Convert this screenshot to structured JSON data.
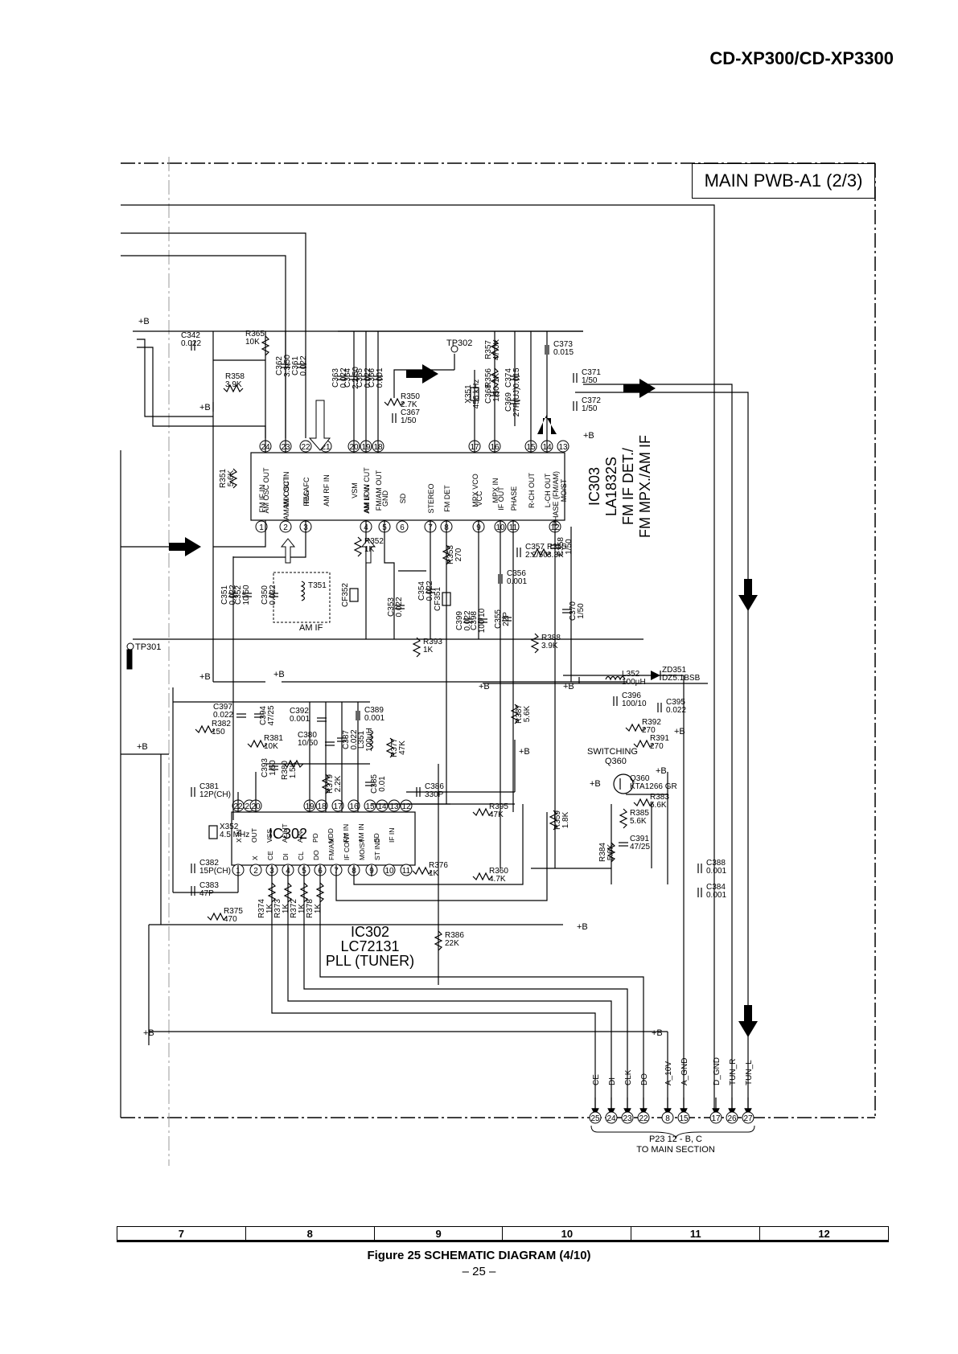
{
  "header": {
    "model": "CD-XP300/CD-XP3300"
  },
  "board": {
    "title": "MAIN PWB-A1 (2/3)"
  },
  "ic303": {
    "ref": "IC303",
    "part": "LA1832S",
    "func1": "FM IF DET./",
    "func2": "FM MPX./AM IF",
    "top_pins": [
      "24",
      "23",
      "22",
      "21",
      "20",
      "19",
      "18",
      "17",
      "16",
      "15",
      "14",
      "13"
    ],
    "top_labels": [
      "AM OSC OUT",
      "AM OSC IN",
      "FM AFC",
      "AM RF IN",
      "VSM",
      "AM LOW CUT",
      "FM/AM OUT",
      "MPX VCO",
      "MPX IN",
      "R-CH OUT",
      "L-CH OUT",
      "MO/ST"
    ],
    "bottom_pins": [
      "1",
      "2",
      "3",
      "4",
      "5",
      "6",
      "7",
      "8",
      "9",
      "10",
      "11",
      "12"
    ],
    "bottom_labels": [
      "FM IF IN",
      "AM MIX OUT",
      "REG",
      "AM IF IN",
      "GND",
      "SD",
      "STEREO",
      "FM DET",
      "VCC",
      "IF OUT",
      "PHASE",
      "PHASE (FM/AM)"
    ]
  },
  "ic302": {
    "ref": "IC302",
    "part": "LC72131",
    "func": "PLL (TUNER)",
    "top_pins": [
      "22",
      "21",
      "20",
      "19",
      "18",
      "17",
      "16",
      "15",
      "14",
      "13",
      "12"
    ],
    "top_labels": [
      "X IN",
      "OUT",
      "VSS",
      "AOUT",
      "AIN",
      "PD",
      "VDD",
      "FM IN",
      "AM IN",
      "SD",
      "IF IN"
    ],
    "bottom_pins": [
      "1",
      "2",
      "3",
      "4",
      "5",
      "6",
      "7",
      "8",
      "9",
      "10",
      "11"
    ],
    "bottom_labels": [
      "X",
      "CE",
      "DI",
      "CL",
      "DO",
      "FM/AM",
      "IF CONT",
      "MO/ST",
      "ST IND"
    ]
  },
  "components": [
    {
      "ref": "C342",
      "value": "0.022"
    },
    {
      "ref": "R365",
      "value": "10K"
    },
    {
      "ref": "R358",
      "value": "3.9K"
    },
    {
      "ref": "C362",
      "value": "3.3/50"
    },
    {
      "ref": "C361",
      "value": "0.022"
    },
    {
      "ref": "C363",
      "value": "0.022"
    },
    {
      "ref": "C364",
      "value": "2.2/50"
    },
    {
      "ref": "C365",
      "value": "0.022"
    },
    {
      "ref": "C366",
      "value": "0.001"
    },
    {
      "ref": "R350",
      "value": "2.7K"
    },
    {
      "ref": "C367",
      "value": "1/50"
    },
    {
      "ref": "X351",
      "value": "456 kHz"
    },
    {
      "ref": "C368",
      "value": "1/50"
    },
    {
      "ref": "R357",
      "value": "47.0K"
    },
    {
      "ref": "R356",
      "value": "1K"
    },
    {
      "ref": "C374",
      "value": "0.015"
    },
    {
      "ref": "C369",
      "value": "27P(UJ)"
    },
    {
      "ref": "C373",
      "value": "0.015"
    },
    {
      "ref": "C371",
      "value": "1/50"
    },
    {
      "ref": "C372",
      "value": "1/50"
    },
    {
      "ref": "R351",
      "value": "5.6K"
    },
    {
      "ref": "R352",
      "value": "1K"
    },
    {
      "ref": "R353",
      "value": "270"
    },
    {
      "ref": "C357",
      "value": "2.2/50"
    },
    {
      "ref": "R355",
      "value": "3.3K"
    },
    {
      "ref": "C358",
      "value": "1/50"
    },
    {
      "ref": "C356",
      "value": "0.001"
    },
    {
      "ref": "C351",
      "value": "0.022"
    },
    {
      "ref": "C352",
      "value": "10/50"
    },
    {
      "ref": "C350",
      "value": "0.022"
    },
    {
      "ref": "T351",
      "value": ""
    },
    {
      "ref": "CF352",
      "value": ""
    },
    {
      "ref": "C353",
      "value": "0.022"
    },
    {
      "ref": "C354",
      "value": "0.022"
    },
    {
      "ref": "CF351",
      "value": ""
    },
    {
      "ref": "C399",
      "value": "0.022"
    },
    {
      "ref": "C398",
      "value": "100/10"
    },
    {
      "ref": "C355",
      "value": "22P"
    },
    {
      "ref": "C370",
      "value": "1/50"
    },
    {
      "ref": "R393",
      "value": "1K"
    },
    {
      "ref": "R388",
      "value": "3.9K"
    },
    {
      "ref": "L352",
      "value": "100µH"
    },
    {
      "ref": "ZD351",
      "value": "DZ5.1BSB"
    },
    {
      "ref": "C396",
      "value": "100/10"
    },
    {
      "ref": "C395",
      "value": "0.022"
    },
    {
      "ref": "R392",
      "value": "270"
    },
    {
      "ref": "R391",
      "value": "270"
    },
    {
      "ref": "R387",
      "value": "5.6K"
    },
    {
      "ref": "Q360",
      "value": "KTA1266 GR"
    },
    {
      "ref": "R383",
      "value": "5.6K"
    },
    {
      "ref": "R385",
      "value": "5.6K"
    },
    {
      "ref": "C391",
      "value": "47/25"
    },
    {
      "ref": "R384",
      "value": "5.6K"
    },
    {
      "ref": "C388",
      "value": "0.001"
    },
    {
      "ref": "C384",
      "value": "0.001"
    },
    {
      "ref": "C397",
      "value": "0.022"
    },
    {
      "ref": "C394",
      "value": "47/25"
    },
    {
      "ref": "R382",
      "value": "150"
    },
    {
      "ref": "R381",
      "value": "10K"
    },
    {
      "ref": "C392",
      "value": "0.001"
    },
    {
      "ref": "C380",
      "value": "10/50"
    },
    {
      "ref": "C387",
      "value": "0.022"
    },
    {
      "ref": "L351",
      "value": "100µH"
    },
    {
      "ref": "C389",
      "value": "0.001"
    },
    {
      "ref": "R377",
      "value": "47K"
    },
    {
      "ref": "C393",
      "value": "1/50"
    },
    {
      "ref": "R380",
      "value": "1.5K"
    },
    {
      "ref": "R379",
      "value": "2.2K"
    },
    {
      "ref": "C385",
      "value": "0.01"
    },
    {
      "ref": "C386",
      "value": "330P"
    },
    {
      "ref": "R395",
      "value": "47K"
    },
    {
      "ref": "R359",
      "value": "1.8K"
    },
    {
      "ref": "C381",
      "value": "12P(CH)"
    },
    {
      "ref": "X352",
      "value": "4.5 MHz"
    },
    {
      "ref": "C382",
      "value": "15P(CH)"
    },
    {
      "ref": "R376",
      "value": "1K"
    },
    {
      "ref": "R360",
      "value": "4.7K"
    },
    {
      "ref": "C383",
      "value": "47P"
    },
    {
      "ref": "R375",
      "value": "470"
    },
    {
      "ref": "R374",
      "value": "1K"
    },
    {
      "ref": "R373",
      "value": "1K"
    },
    {
      "ref": "R372",
      "value": "1K"
    },
    {
      "ref": "R378",
      "value": "1K"
    },
    {
      "ref": "R386",
      "value": "22K"
    }
  ],
  "labels": {
    "tp301": "TP301",
    "tp302": "TP302",
    "am_if": "AM IF",
    "switching": "SWITCHING",
    "q360": "Q360",
    "plus_b": "+B"
  },
  "connector": {
    "signals": [
      "CE",
      "DI",
      "CLK",
      "DO",
      "A_10V",
      "A_GND",
      "D_GND",
      "TUN_R",
      "TUN_L"
    ],
    "pins": [
      "25",
      "24",
      "23",
      "22",
      "8",
      "15",
      "17",
      "26",
      "27"
    ],
    "ref1": "P23  12 - B, C",
    "ref2": "TO MAIN SECTION"
  },
  "grid": [
    "7",
    "8",
    "9",
    "10",
    "11",
    "12"
  ],
  "caption": "Figure 25 SCHEMATIC DIAGRAM (4/10)",
  "page": "– 25 –"
}
